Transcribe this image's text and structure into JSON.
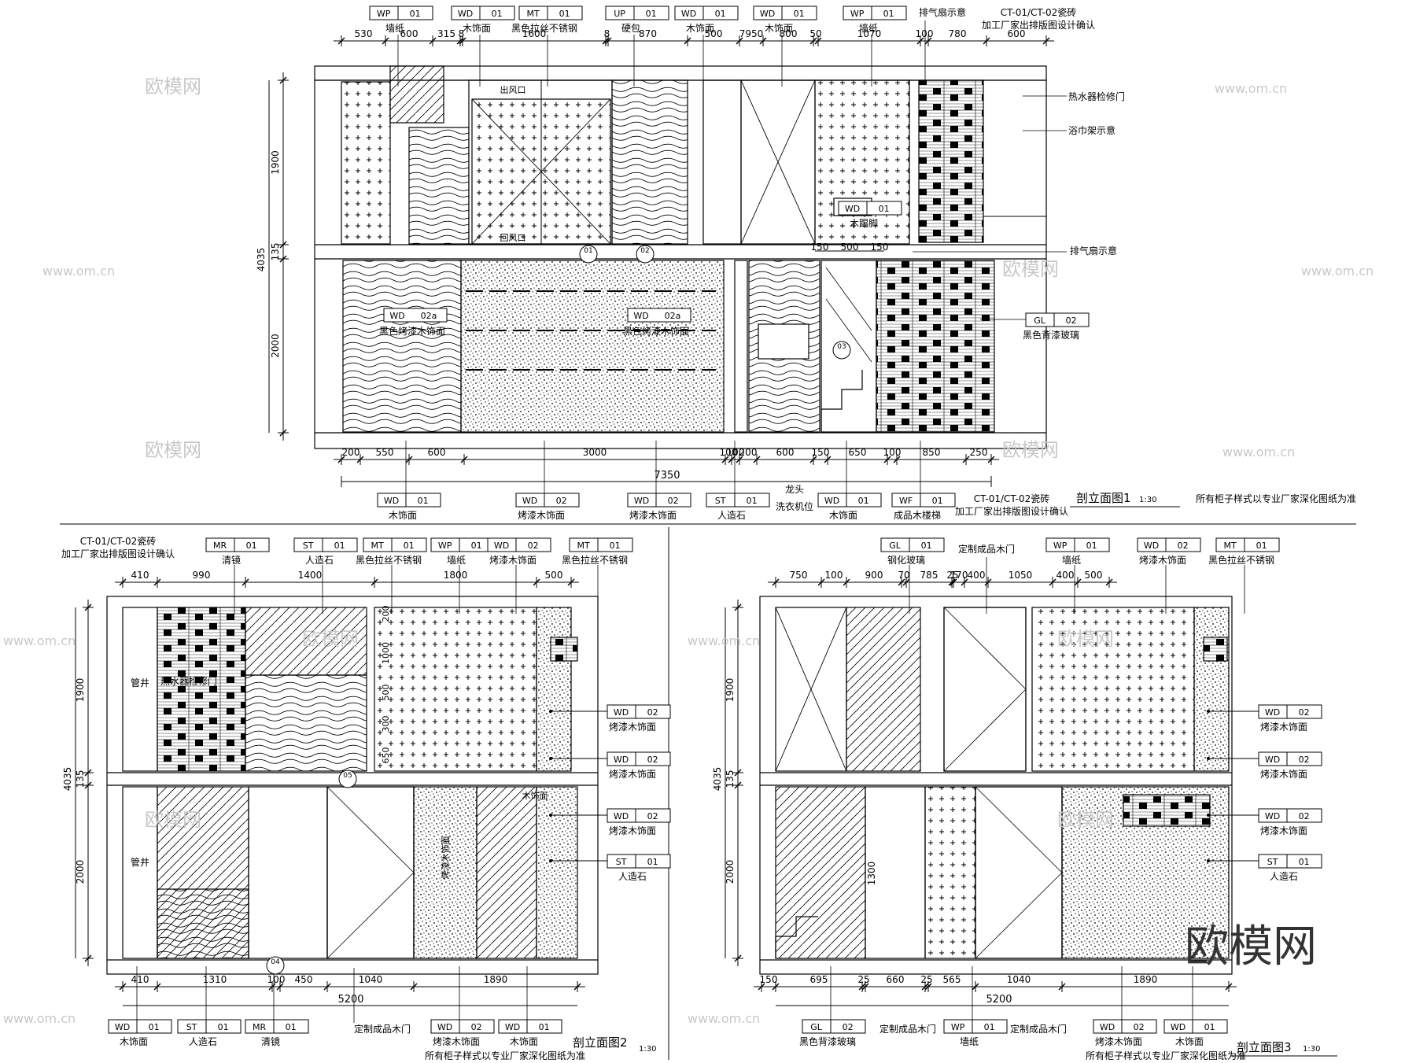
{
  "elev1": {
    "top_dims": [
      "530",
      "600",
      "315",
      "8",
      "1600",
      "8",
      "870",
      "500",
      "7950",
      "800",
      "50",
      "1070",
      "100",
      "780",
      "600"
    ],
    "top_tags": [
      {
        "code": "WP",
        "num": "01",
        "name": "墙纸"
      },
      {
        "code": "WD",
        "num": "01",
        "name": "木饰面"
      },
      {
        "code": "MT",
        "num": "01",
        "name": "黑色拉丝不锈钢"
      },
      {
        "code": "UP",
        "num": "01",
        "name": "硬包"
      },
      {
        "code": "WD",
        "num": "01",
        "name": "木饰面"
      },
      {
        "code": "WD",
        "num": "01",
        "name": "木饰面"
      },
      {
        "code": "WP",
        "num": "01",
        "name": "墙纸"
      }
    ],
    "top_notes": {
      "fan": "排气扇示意",
      "tile_1": "CT-01/CT-02瓷砖",
      "tile_2": "加工厂家出排版图设计确认"
    },
    "right_notes": {
      "heater_door": "热水器检修门",
      "towel": "浴巾架示意",
      "fan2": "排气扇示意",
      "glass_name": "黑色背漆玻璃",
      "glass_code": "GL",
      "glass_num": "02"
    },
    "left_dims": [
      "1900",
      "135",
      "4035",
      "2000"
    ],
    "inner": {
      "outlet_top": "出风口",
      "return": "回风口",
      "wardrobe_code": "WD",
      "wardrobe_num": "01",
      "wardrobe_name": "木踢脚",
      "lower_a_code": "WD",
      "lower_a_num": "02a",
      "lower_a_name": "黑色烤漆木饰面",
      "lower_b_code": "WD",
      "lower_b_num": "02a",
      "lower_b_name": "黑色烤漆木饰面",
      "ref1": "01",
      "ref2": "02",
      "ref3": "03",
      "mid_dims": [
        "150",
        "500",
        "150"
      ]
    },
    "bottom_dims": [
      "200",
      "550",
      "600",
      "3000",
      "100",
      "100",
      "200",
      "600",
      "150",
      "650",
      "100",
      "850",
      "250"
    ],
    "bottom_total": "7350",
    "bottom_tags": [
      {
        "code": "WD",
        "num": "01",
        "name": "木饰面"
      },
      {
        "code": "WD",
        "num": "02",
        "name": "烤漆木饰面"
      },
      {
        "code": "WD",
        "num": "02",
        "name": "烤漆木饰面"
      },
      {
        "code": "ST",
        "num": "01",
        "name": "人造石"
      },
      {
        "code": "WD",
        "num": "01",
        "name": "木饰面"
      },
      {
        "code": "WF",
        "num": "01",
        "name": "成品木楼梯"
      }
    ],
    "faucet": "龙头",
    "washer": "洗衣机位",
    "tile_1": "CT-01/CT-02瓷砖",
    "tile_2": "加工厂家出排版图设计确认",
    "title": "剖立面图1",
    "scale": "1:30",
    "note": "所有柜子样式以专业厂家深化图纸为准"
  },
  "elev2": {
    "tile_1": "CT-01/CT-02瓷砖",
    "tile_2": "加工厂家出排版图设计确认",
    "top_tags": [
      {
        "code": "MR",
        "num": "01",
        "name": "清镜"
      },
      {
        "code": "ST",
        "num": "01",
        "name": "人造石"
      },
      {
        "code": "MT",
        "num": "01",
        "name": "黑色拉丝不锈钢"
      },
      {
        "code": "WP",
        "num": "01",
        "name": "墙纸"
      },
      {
        "code": "WD",
        "num": "02",
        "name": "烤漆木饰面"
      },
      {
        "code": "MT",
        "num": "01",
        "name": "黑色拉丝不锈钢"
      }
    ],
    "top_dims": [
      "410",
      "990",
      "1400",
      "1800",
      "500"
    ],
    "left_dims": [
      "1900",
      "135",
      "4035",
      "2000"
    ],
    "shaft": "管井",
    "heater_door": "热水器检修门",
    "inner_dims": [
      "200",
      "1000",
      "500",
      "300",
      "650"
    ],
    "right_tags": [
      {
        "code": "WD",
        "num": "02",
        "name": "烤漆木饰面"
      },
      {
        "code": "WD",
        "num": "02",
        "name": "烤漆木饰面"
      },
      {
        "code": "WD",
        "num": "02",
        "name": "烤漆木饰面"
      },
      {
        "code": "ST",
        "num": "01",
        "name": "人造石"
      }
    ],
    "inner_labels": [
      "烤漆木饰面",
      "木饰面"
    ],
    "ref5": "05",
    "ref4": "04",
    "bottom_dims": [
      "410",
      "1310",
      "100",
      "450",
      "1040",
      "1890"
    ],
    "bottom_total": "5200",
    "bottom_tags": [
      {
        "code": "WD",
        "num": "01",
        "name": "木饰面"
      },
      {
        "code": "ST",
        "num": "01",
        "name": "人造石"
      },
      {
        "code": "MR",
        "num": "01",
        "name": "清镜"
      },
      {
        "code": "WD",
        "num": "02",
        "name": "烤漆木饰面"
      },
      {
        "code": "WD",
        "num": "01",
        "name": "木饰面"
      }
    ],
    "door": "定制成品木门",
    "title": "剖立面图2",
    "scale": "1:30",
    "note": "所有柜子样式以专业厂家深化图纸为准"
  },
  "elev3": {
    "top_tags": [
      {
        "code": "GL",
        "num": "01",
        "name": "钢化玻璃"
      },
      {
        "code": "WP",
        "num": "01",
        "name": "墙纸"
      },
      {
        "code": "WD",
        "num": "02",
        "name": "烤漆木饰面"
      },
      {
        "code": "MT",
        "num": "01",
        "name": "黑色拉丝不锈钢"
      }
    ],
    "door_top": "定制成品木门",
    "top_dims": [
      "750",
      "100",
      "900",
      "70",
      "785",
      "25",
      "170",
      "400",
      "1050",
      "400",
      "500"
    ],
    "left_dims": [
      "1900",
      "135",
      "4035",
      "2000"
    ],
    "h1300": "1300",
    "right_tags": [
      {
        "code": "WD",
        "num": "02",
        "name": "烤漆木饰面"
      },
      {
        "code": "WD",
        "num": "02",
        "name": "烤漆木饰面"
      },
      {
        "code": "WD",
        "num": "02",
        "name": "烤漆木饰面"
      },
      {
        "code": "ST",
        "num": "01",
        "name": "人造石"
      }
    ],
    "bottom_dims": [
      "150",
      "695",
      "25",
      "660",
      "25",
      "565",
      "1040",
      "1890"
    ],
    "bottom_total": "5200",
    "bottom_tags": [
      {
        "code": "GL",
        "num": "02",
        "name": "黑色背漆玻璃"
      },
      {
        "code": "WP",
        "num": "01",
        "name": "墙纸"
      },
      {
        "code": "WD",
        "num": "02",
        "name": "烤漆木饰面"
      },
      {
        "code": "WD",
        "num": "01",
        "name": "木饰面"
      }
    ],
    "door1": "定制成品木门",
    "door2": "定制成品木门",
    "title": "剖立面图3",
    "scale": "1:30",
    "note": "所有柜子样式以专业厂家深化图纸为准"
  },
  "watermark": {
    "brand": "欧模网",
    "url": "www.om.cn",
    "domain": "om.cn"
  }
}
